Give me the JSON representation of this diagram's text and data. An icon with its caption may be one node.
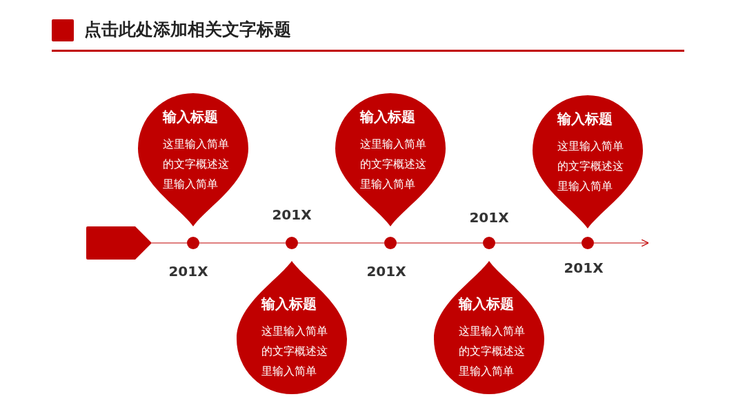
{
  "diagram": {
    "title": "点击此处添加相关文字标题",
    "nodes": [
      {
        "text": [],
        "shape": "box"
      },
      {
        "text": [],
        "shape": "circle",
        "beside": [
          "201X"
        ]
      },
      {
        "text": [],
        "shape": "circle",
        "beside": [
          "201X"
        ]
      },
      {
        "text": [],
        "shape": "circle",
        "beside": [
          "201X"
        ]
      },
      {
        "text": [],
        "shape": "circle",
        "beside": [
          "201X"
        ]
      },
      {
        "text": [],
        "shape": "circle",
        "beside": [
          "201X"
        ]
      },
      {
        "text": [
          "输入标题",
          "这里输入简单的文字概述这里输入简单"
        ]
      },
      {
        "text": [
          "输入标题",
          "这里输入简单的文字概述这里输入简单"
        ]
      },
      {
        "text": [
          "输入标题",
          "这里输入简单的文字概述这里输入简单"
        ]
      },
      {
        "text": [
          "输入标题",
          "这里输入简单的文字概述这里输入简单"
        ]
      },
      {
        "text": [
          "输入标题",
          "这里输入简单的文字概述这里输入简单"
        ]
      }
    ],
    "edges": [
      {
        "from": 0,
        "to": 1,
        "arrow": "none"
      },
      {
        "from": 1,
        "to": 2,
        "arrow": "none"
      },
      {
        "from": 2,
        "to": 3,
        "arrow": "none"
      },
      {
        "from": 3,
        "to": 4,
        "arrow": "none"
      },
      {
        "from": 4,
        "to": 5,
        "arrow": "none"
      },
      {
        "from": 5,
        "to": null,
        "arrow": "to"
      }
    ]
  }
}
